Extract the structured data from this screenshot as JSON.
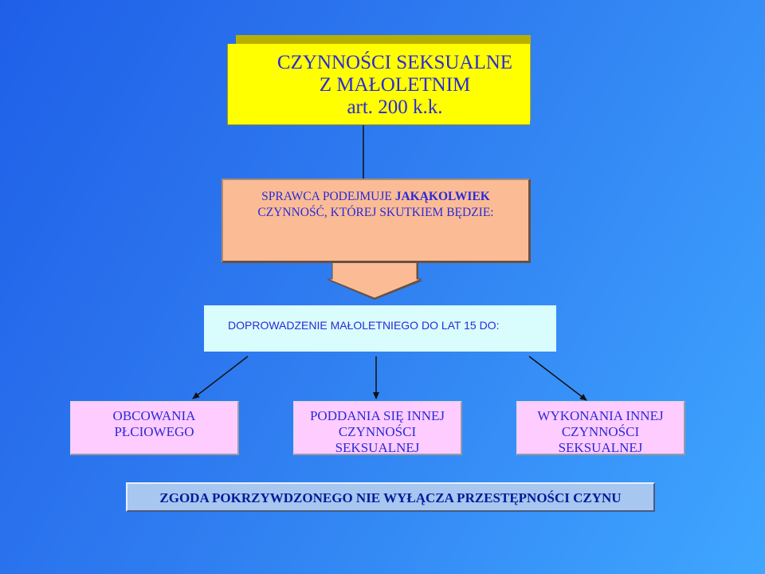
{
  "title": {
    "line1": "CZYNNOŚCI SEKSUALNE",
    "line2": "Z MAŁOLETNIM",
    "line3": "art. 200 k.k."
  },
  "perpetrator": {
    "line1_prefix": "SPRAWCA PODEJMUJE ",
    "line1_bold": "JAKĄKOLWIEK",
    "line2": "CZYNNOŚĆ, KTÓREJ SKUTKIEM BĘDZIE:"
  },
  "leading": {
    "text": "DOPROWADZENIE MAŁOLETNIEGO DO LAT 15 DO:"
  },
  "outcomes": [
    {
      "line1": "OBCOWANIA",
      "line2": "PŁCIOWEGO",
      "line3": ""
    },
    {
      "line1": "PODDANIA SIĘ INNEJ",
      "line2": "CZYNNOŚCI",
      "line3": "SEKSUALNEJ"
    },
    {
      "line1": "WYKONANIA INNEJ",
      "line2": "CZYNNOŚCI",
      "line3": "SEKSUALNEJ"
    }
  ],
  "consent": {
    "text": "ZGODA POKRZYWDZONEGO NIE WYŁĄCZA PRZESTĘPNOŚCI CZYNU"
  },
  "colors": {
    "background_start": "#1f5fe8",
    "background_end": "#3fa6ff",
    "text_blue": "#2b2ad8",
    "title_yellow": "#ffff00",
    "perp_orange": "#fbbc95",
    "lead_cyan": "#d9fcfc",
    "outcome_pink": "#ffccff",
    "consent_blue": "#a7c6f0",
    "block_arrow": "#fbbc95"
  }
}
